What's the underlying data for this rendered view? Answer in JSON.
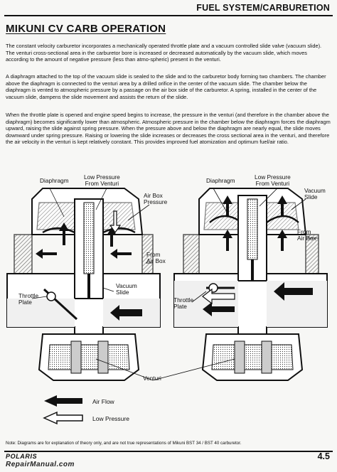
{
  "header": {
    "section": "FUEL SYSTEM/CARBURETION"
  },
  "article": {
    "title": "MIKUNI CV CARB OPERATION",
    "paragraphs": [
      "The constant velocity carburetor incorporates a mechanically operated throttle plate and a vacuum controlled slide valve (vacuum slide).  The venturi cross-sectional area in the carburetor bore is increased or decreased automatically by the vacuum slide, which moves according to the amount of negative pressure (less than atmo-spheric) present in the venturi.",
      "A diaphragm attached to the top of the vacuum slide is sealed to the slide and to the carburetor body forming two chambers.  The chamber above the diaphragm is connected to the venturi area by a drilled orifice in the center of the vacuum slide.  The chamber below the diaphragm is vented to atmospheric pressure by a passage on the air box side of the carburetor.  A spring, installed in the center of the vacuum slide, dampens the slide movement and assists the return of the slide.",
      "When the throttle plate is opened and engine speed begins to increase, the pressure in the venturi (and therefore in the chamber above the diaphragm) becomes significantly lower than atmospheric.  Atmospheric pressure in the chamber below the diaphragm forces the diaphragm upward, raising the slide against spring pressure.  When the pressure above and below the diaphragm are nearly equal, the slide moves downward under spring pressure. Raising or lowering the slide increases or decreases the cross sectional area in the venturi, and therefore the air velocity in the venturi is kept relatively constant.  This provides improved fuel atomization and optimum fuel/air ratio."
    ]
  },
  "diagram": {
    "left": {
      "diaphragm": "Diaphragm",
      "low_pressure": "Low Pressure\nFrom Venturi",
      "air_box_pressure": "Air Box\nPressure",
      "from_air_box": "From\nAir Box",
      "vacuum_slide": "Vacuum\nSlide",
      "throttle_plate": "Throttle\nPlate"
    },
    "right": {
      "diaphragm": "Diaphragm",
      "low_pressure": "Low Pressure\nFrom Venturi",
      "vacuum_slide": "Vacuum\nSlide",
      "from_air_box": "From\nAir Box",
      "throttle_plate": "Throttle\nPlate"
    },
    "venturi": "Venturi"
  },
  "legend": {
    "air_flow": "Air Flow",
    "low_pressure": "Low Pressure"
  },
  "note": "Note:  Diagrams are for explanation of theory only, and are not true representations of Mikuni BST 34 / BST 40 carburetor.",
  "footer": {
    "brand": "POLARIS",
    "page": "4.5",
    "watermark": "RepairManual.com"
  }
}
